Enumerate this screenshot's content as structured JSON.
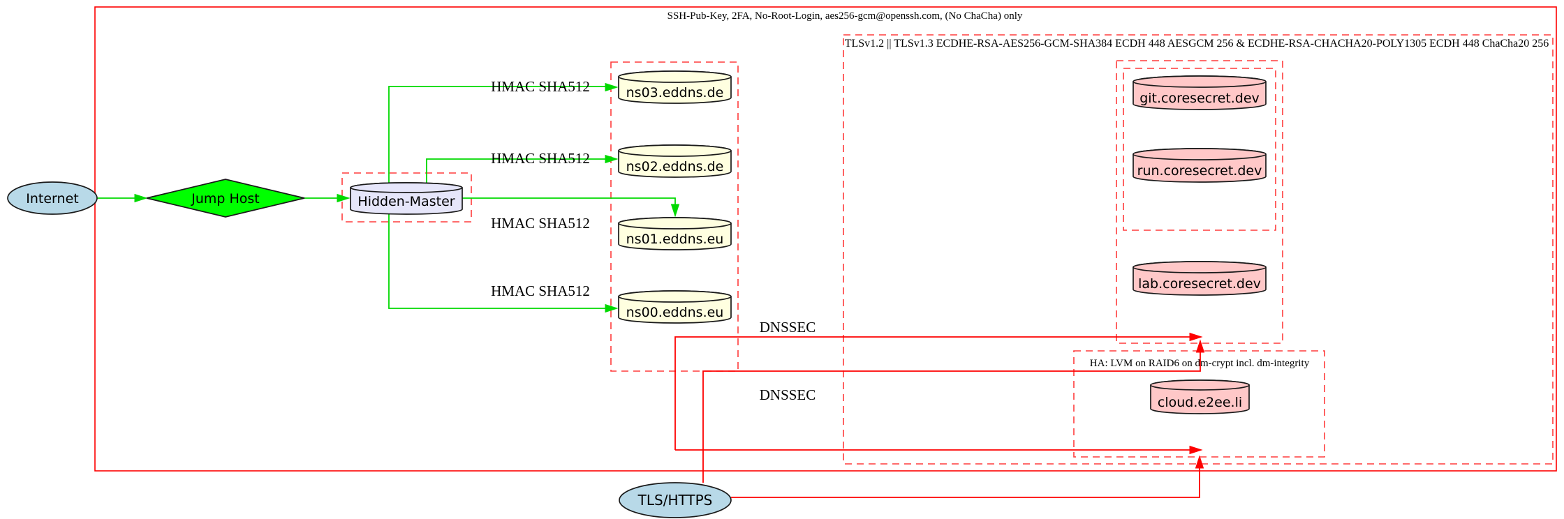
{
  "diagram_title": "DNS / hosting security architecture diagram",
  "clusters": {
    "ssh": {
      "label": "SSH-Pub-Key, 2FA, No-Root-Login, aes256-gcm@openssh.com, (No ChaCha) only"
    },
    "tls": {
      "label": "TLSv1.2 || TLSv1.3 ECDHE-RSA-AES256-GCM-SHA384 ECDH 448 AESGCM 256 & ECDHE-RSA-CHACHA20-POLY1305 ECDH 448 ChaCha20 256"
    },
    "ha": {
      "label": "HA: LVM on RAID6 on dm-crypt incl. dm-integrity"
    }
  },
  "nodes": {
    "internet": {
      "label": "Internet",
      "shape": "ellipse",
      "fill": "#b8d9e8"
    },
    "jump_host": {
      "label": "Jump Host",
      "shape": "diamond",
      "fill": "#00ff00"
    },
    "hidden_master": {
      "label": "Hidden-Master",
      "shape": "cylinder",
      "fill": "#e6e6fa"
    },
    "ns03": {
      "label": "ns03.eddns.de",
      "shape": "cylinder",
      "fill": "#ffffe0"
    },
    "ns02": {
      "label": "ns02.eddns.de",
      "shape": "cylinder",
      "fill": "#ffffe0"
    },
    "ns01": {
      "label": "ns01.eddns.eu",
      "shape": "cylinder",
      "fill": "#ffffe0"
    },
    "ns00": {
      "label": "ns00.eddns.eu",
      "shape": "cylinder",
      "fill": "#ffffe0"
    },
    "git": {
      "label": "git.coresecret.dev",
      "shape": "cylinder",
      "fill": "#ffc8c8"
    },
    "run": {
      "label": "run.coresecret.dev",
      "shape": "cylinder",
      "fill": "#ffc8c8"
    },
    "lab": {
      "label": "lab.coresecret.dev",
      "shape": "cylinder",
      "fill": "#ffc8c8"
    },
    "cloud": {
      "label": "cloud.e2ee.li",
      "shape": "cylinder",
      "fill": "#ffc8c8"
    },
    "tls_https": {
      "label": "TLS/HTTPS",
      "shape": "ellipse",
      "fill": "#b8d9e8"
    }
  },
  "edge_labels": {
    "hmac_sha512": "HMAC SHA512",
    "dnssec": "DNSSEC"
  },
  "colors": {
    "edge_green": "#00d900",
    "edge_red": "#fe0000",
    "cluster_dashed_red": "#ff3b3b",
    "cluster_solid_red": "#fe0000",
    "node_stroke": "#1a1a1a",
    "background": "#ffffff"
  }
}
